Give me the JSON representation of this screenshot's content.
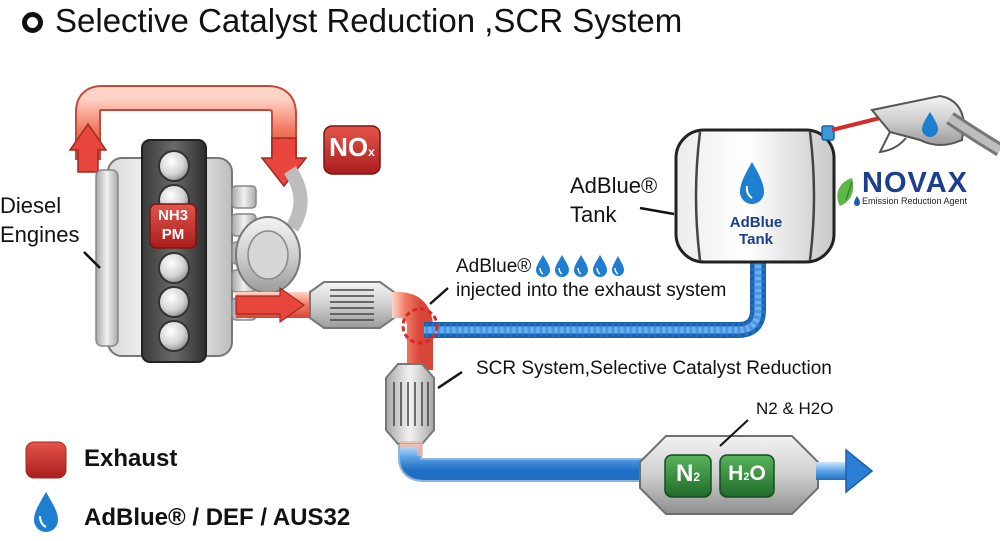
{
  "title": "Selective Catalyst Reduction ,SCR System",
  "engine": {
    "label_line1": "Diesel",
    "label_line2": "Engines",
    "emission_top": "NH3",
    "emission_bottom": "PM"
  },
  "nox_badge": {
    "main": "NO",
    "sub": "x"
  },
  "tank": {
    "side_label_line1": "AdBlue®",
    "side_label_line2": "Tank",
    "body_line1": "AdBlue",
    "body_line2": "Tank"
  },
  "brand": {
    "name": "NOVAX",
    "tagline": "Emission Reduction Agent"
  },
  "injection": {
    "line1": "AdBlue®",
    "line2": "injected into the exhaust system"
  },
  "scr_label": "SCR System,Selective Catalyst Reduction",
  "output": {
    "label": "N2 & H2O",
    "badge1_main": "N",
    "badge1_sub": "2",
    "badge2_main": "H",
    "badge2_sub": "2",
    "badge2_end": "O"
  },
  "legend": [
    {
      "text": "Exhaust",
      "icon": "exhaust-swatch-icon",
      "color": "#e8453c"
    },
    {
      "text": "AdBlue® / DEF / AUS32",
      "icon": "droplet-icon",
      "color": "#1e7fd0"
    }
  ],
  "colors": {
    "exhaust": "#e8453c",
    "adblue": "#1e7fd0",
    "badge": "#c52a2a",
    "green_badge": "#2f8a3a"
  }
}
